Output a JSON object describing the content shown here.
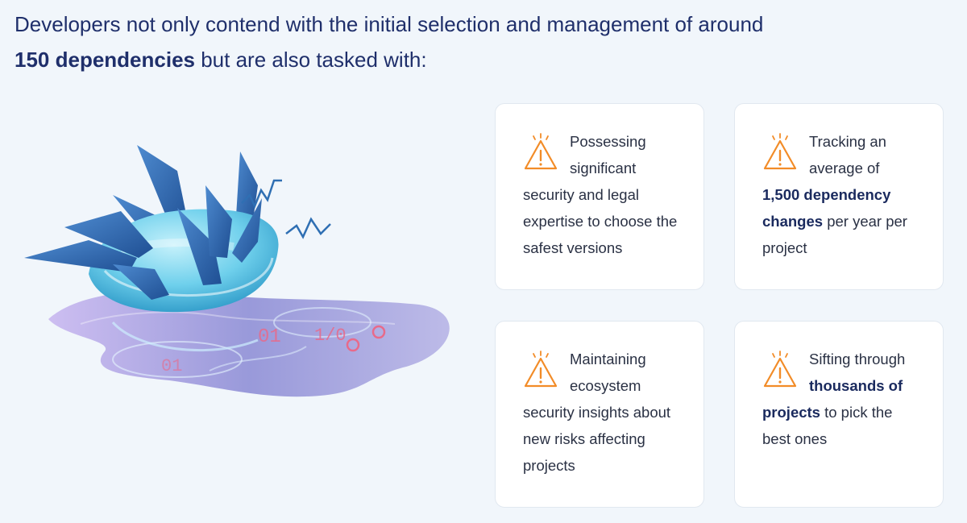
{
  "intro": {
    "before": "Developers not only contend with the initial selection and management of around ",
    "highlight": "150 dependencies",
    "after": " but are also tasked with:"
  },
  "illustration": {
    "code_text_1": "01",
    "code_text_2": "01",
    "code_text_3": "1/0"
  },
  "cards": [
    {
      "icon": "warning-icon",
      "text_plain_1": "Possessing significant security and legal expertise to choose the safest versions",
      "text_bold_1": "",
      "text_plain_2": "",
      "text_bold_2": "",
      "text_plain_3": ""
    },
    {
      "icon": "warning-icon",
      "text_plain_1": "Tracking an average of ",
      "text_bold_1": "1,500 dependency changes",
      "text_plain_2": " per year per project",
      "text_bold_2": "",
      "text_plain_3": ""
    },
    {
      "icon": "warning-icon",
      "text_plain_1": "Maintaining ecosystem security insights about new risks affecting projects",
      "text_bold_1": "",
      "text_plain_2": "",
      "text_bold_2": "",
      "text_plain_3": ""
    },
    {
      "icon": "warning-icon",
      "text_plain_1": "Sifting through ",
      "text_bold_1": "thousands of projects",
      "text_plain_2": " to pick the best ones",
      "text_bold_2": "",
      "text_plain_3": ""
    }
  ],
  "colors": {
    "background": "#f1f6fb",
    "heading": "#1f2f6b",
    "body_text": "#2a3144",
    "warning": "#f28c28",
    "creature": "#5cc8e8",
    "spike": "#2f6fb3",
    "puddle": "#9a92d8",
    "code": "#e86a8a"
  }
}
